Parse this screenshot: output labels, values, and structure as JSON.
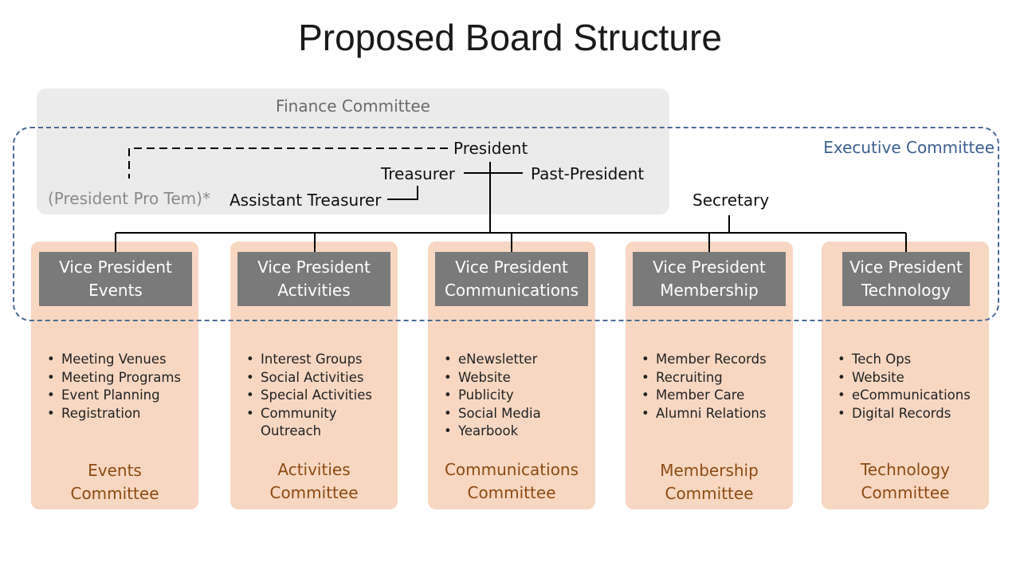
{
  "title": "Proposed Board Structure",
  "finance_committee": "Finance Committee",
  "executive_committee": "Executive Committee",
  "roles": {
    "president": "President",
    "treasurer": "Treasurer",
    "past_president": "Past-President",
    "assistant_treasurer": "Assistant Treasurer",
    "president_pro_tem": "(President Pro Tem)*",
    "secretary": "Secretary"
  },
  "columns": [
    {
      "vp_line1": "Vice President",
      "vp_line2": "Events",
      "duties": [
        "Meeting Venues",
        "Meeting Programs",
        "Event Planning",
        "Registration"
      ],
      "committee_line1": "Events",
      "committee_line2": "Committee"
    },
    {
      "vp_line1": "Vice President",
      "vp_line2": "Activities",
      "duties": [
        "Interest Groups",
        "Social Activities",
        "Special Activities",
        "Community\nOutreach"
      ],
      "committee_line1": "Activities",
      "committee_line2": "Committee"
    },
    {
      "vp_line1": "Vice President",
      "vp_line2": "Communications",
      "duties": [
        "eNewsletter",
        "Website",
        "Publicity",
        "Social Media",
        "Yearbook"
      ],
      "committee_line1": "Communications",
      "committee_line2": "Committee"
    },
    {
      "vp_line1": "Vice President",
      "vp_line2": "Membership",
      "duties": [
        "Member Records",
        "Recruiting",
        "Member Care",
        "Alumni Relations"
      ],
      "committee_line1": "Membership",
      "committee_line2": "Committee"
    },
    {
      "vp_line1": "Vice President",
      "vp_line2": "Technology",
      "duties": [
        "Tech Ops",
        "Website",
        "eCommunications",
        "Digital Records"
      ],
      "committee_line1": "Technology",
      "committee_line2": "Committee"
    }
  ]
}
